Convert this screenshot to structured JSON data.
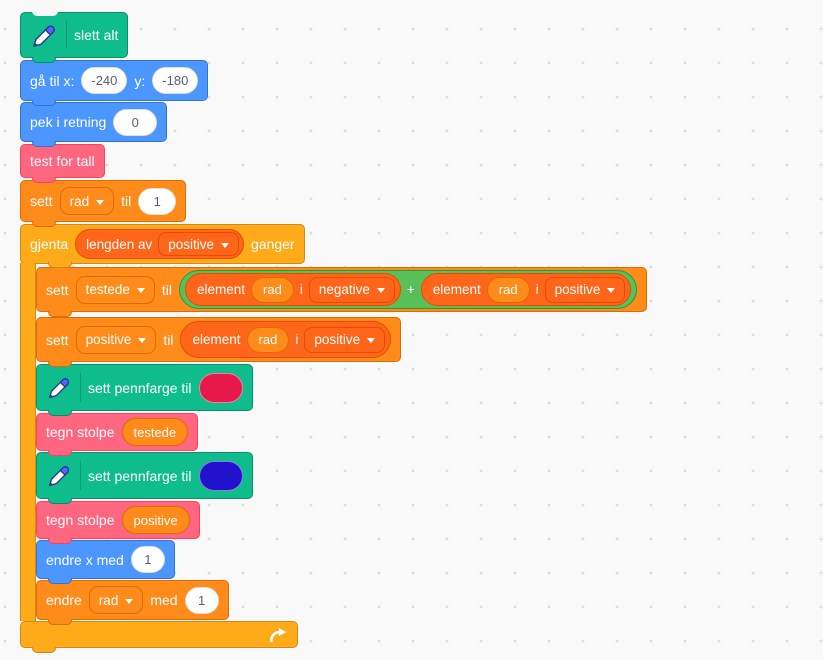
{
  "colors": {
    "canvas_bg": "#f9f9f9",
    "pen": "#0fbd8c",
    "motion": "#4c97ff",
    "custom_block": "#ff6680",
    "variables": "#ff8c1a",
    "lists": "#ff661a",
    "control": "#ffab19",
    "operators": "#59c059",
    "pen_color_red": "#e7194a",
    "pen_color_blue": "#2012cd"
  },
  "script": {
    "blocks": {
      "slett_alt": {
        "label": "slett alt"
      },
      "ga_til": {
        "label_prefix": "gå til x:",
        "x": "-240",
        "label_y": "y:",
        "y": "-180"
      },
      "pek_i_retning": {
        "label": "pek i retning",
        "direction": "0"
      },
      "test_for_tall": {
        "label": "test for tall"
      },
      "sett_rad": {
        "label_set": "sett",
        "variable": "rad",
        "label_to": "til",
        "value": "1"
      },
      "gjenta": {
        "label_repeat": "gjenta",
        "label_length_of": "lengden av",
        "list": "positive",
        "label_times": "ganger"
      },
      "sett_testede": {
        "label_set": "sett",
        "variable": "testede",
        "label_to": "til",
        "operator": "+",
        "element1": {
          "label_item": "element",
          "index_var": "rad",
          "label_of": "i",
          "list": "negative"
        },
        "element2": {
          "label_item": "element",
          "index_var": "rad",
          "label_of": "i",
          "list": "positive"
        }
      },
      "sett_positive": {
        "label_set": "sett",
        "variable": "positive",
        "label_to": "til",
        "element": {
          "label_item": "element",
          "index_var": "rad",
          "label_of": "i",
          "list": "positive"
        }
      },
      "pen_red": {
        "label": "sett pennfarge til",
        "color": "#e7194a"
      },
      "tegn_testede": {
        "label": "tegn stolpe",
        "argument": "testede"
      },
      "pen_blue": {
        "label": "sett pennfarge til",
        "color": "#2012cd"
      },
      "tegn_positive": {
        "label": "tegn stolpe",
        "argument": "positive"
      },
      "endre_x": {
        "label": "endre x med",
        "value": "1"
      },
      "endre_rad": {
        "label_change": "endre",
        "variable": "rad",
        "label_by": "med",
        "value": "1"
      }
    }
  }
}
